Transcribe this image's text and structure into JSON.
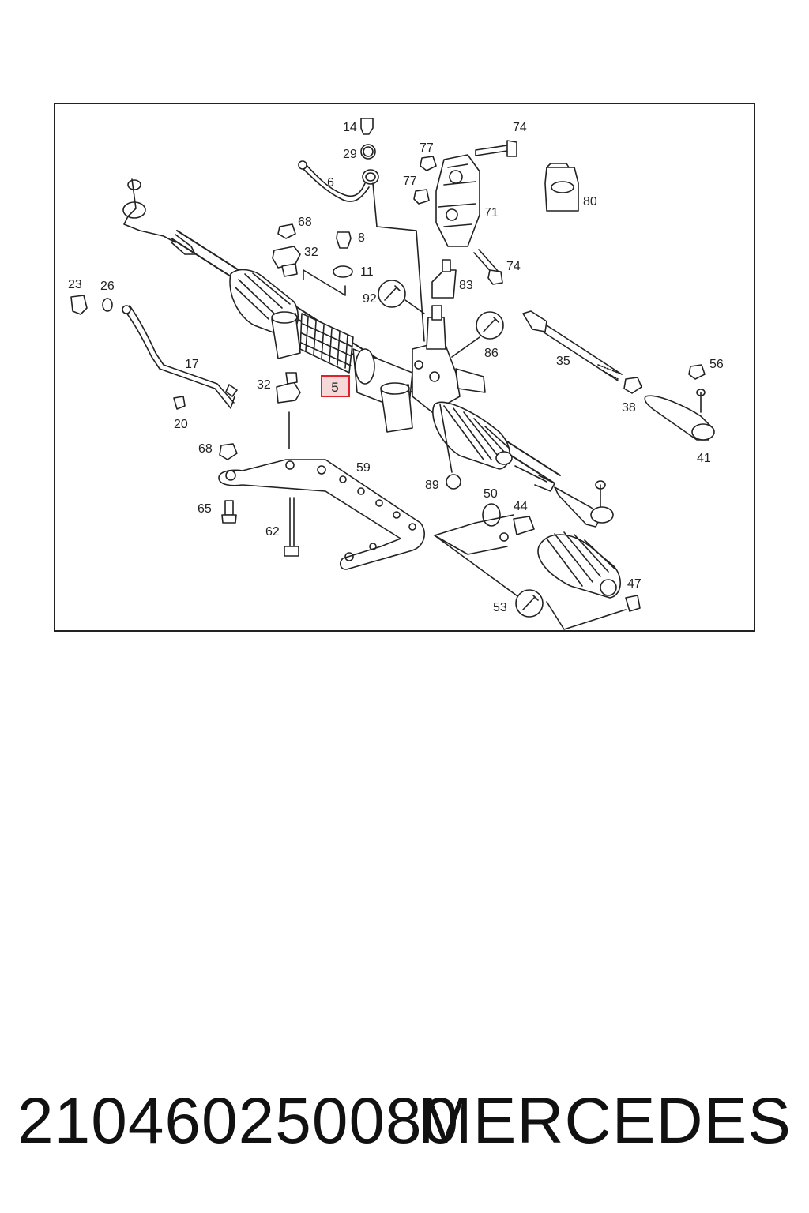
{
  "diagram": {
    "callouts": [
      {
        "id": "14",
        "label": "14"
      },
      {
        "id": "29",
        "label": "29"
      },
      {
        "id": "74a",
        "label": "74"
      },
      {
        "id": "77a",
        "label": "77"
      },
      {
        "id": "77b",
        "label": "77"
      },
      {
        "id": "6",
        "label": "6"
      },
      {
        "id": "80",
        "label": "80"
      },
      {
        "id": "71",
        "label": "71"
      },
      {
        "id": "68a",
        "label": "68"
      },
      {
        "id": "8",
        "label": "8"
      },
      {
        "id": "32a",
        "label": "32"
      },
      {
        "id": "11",
        "label": "11"
      },
      {
        "id": "74b",
        "label": "74"
      },
      {
        "id": "83",
        "label": "83"
      },
      {
        "id": "92",
        "label": "92"
      },
      {
        "id": "23",
        "label": "23"
      },
      {
        "id": "26",
        "label": "26"
      },
      {
        "id": "86",
        "label": "86"
      },
      {
        "id": "35",
        "label": "35"
      },
      {
        "id": "56",
        "label": "56"
      },
      {
        "id": "17",
        "label": "17"
      },
      {
        "id": "32b",
        "label": "32"
      },
      {
        "id": "38",
        "label": "38"
      },
      {
        "id": "41",
        "label": "41"
      },
      {
        "id": "20",
        "label": "20"
      },
      {
        "id": "68b",
        "label": "68"
      },
      {
        "id": "59",
        "label": "59"
      },
      {
        "id": "89",
        "label": "89"
      },
      {
        "id": "50",
        "label": "50"
      },
      {
        "id": "44",
        "label": "44"
      },
      {
        "id": "65",
        "label": "65"
      },
      {
        "id": "62",
        "label": "62"
      },
      {
        "id": "47",
        "label": "47"
      },
      {
        "id": "53",
        "label": "53"
      }
    ],
    "highlighted_callout": "5",
    "highlight_color": "#e0202a",
    "highlight_fill": "#f6d8d8"
  },
  "footer": {
    "part_number": "210460250080",
    "brand": "MERCEDES"
  }
}
